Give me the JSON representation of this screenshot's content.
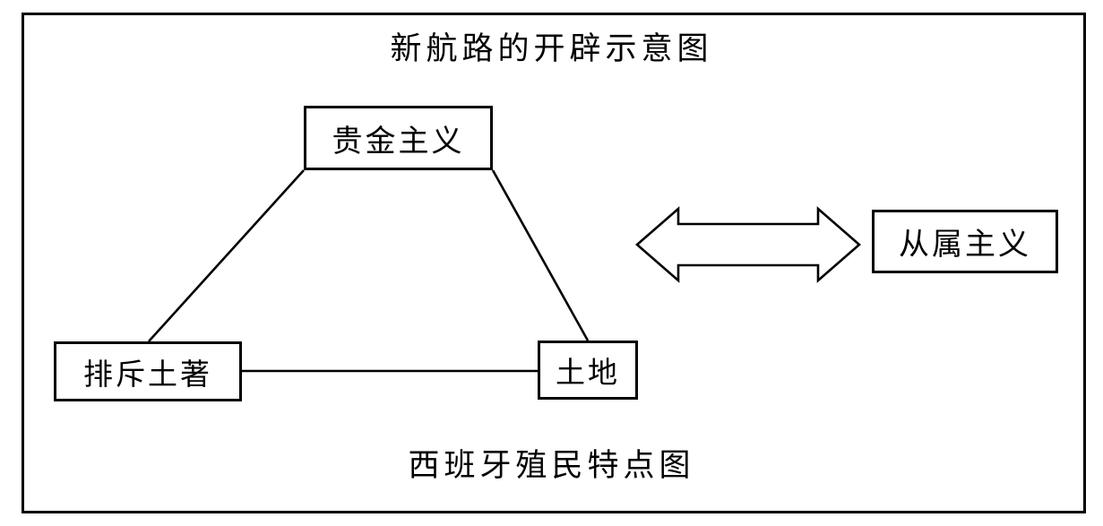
{
  "diagram": {
    "title": "新航路的开辟示意图",
    "footer_caption": "西班牙殖民特点图",
    "nodes": [
      {
        "id": "bullionism",
        "label": "贵金主义"
      },
      {
        "id": "exclude-natives",
        "label": "排斥土著"
      },
      {
        "id": "land",
        "label": "土地"
      },
      {
        "id": "subordination",
        "label": "从属主义"
      }
    ],
    "connectors": [
      {
        "from": "exclude-natives",
        "to": "bullionism",
        "style": "plain-line"
      },
      {
        "from": "bullionism",
        "to": "land",
        "style": "plain-line"
      },
      {
        "from": "exclude-natives",
        "to": "land",
        "style": "plain-line"
      },
      {
        "from": "land",
        "to": "subordination",
        "style": "double-headed-block-arrow"
      }
    ],
    "colors": {
      "stroke": "#000000",
      "background": "#ffffff",
      "text": "#000000"
    }
  }
}
